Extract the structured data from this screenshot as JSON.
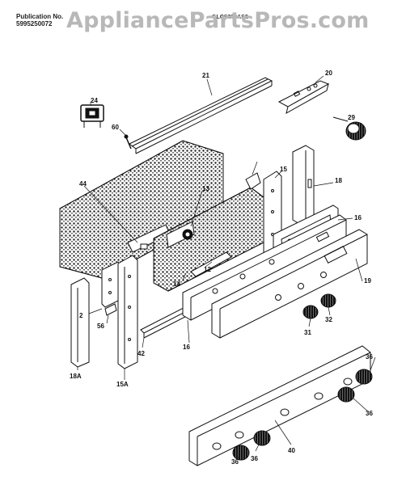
{
  "header": {
    "publication_label": "Publication No.",
    "publication_number": "5995250072",
    "model_text": "GLCS389AS2",
    "watermark": "AppliancePartsPros.com"
  },
  "part_labels": [
    "21",
    "20",
    "24",
    "60",
    "29",
    "44",
    "13",
    "15",
    "18",
    "16",
    "12",
    "14",
    "19",
    "2",
    "56",
    "42",
    "16",
    "31",
    "32",
    "18A",
    "15A",
    "36",
    "36",
    "36",
    "36",
    "40"
  ]
}
